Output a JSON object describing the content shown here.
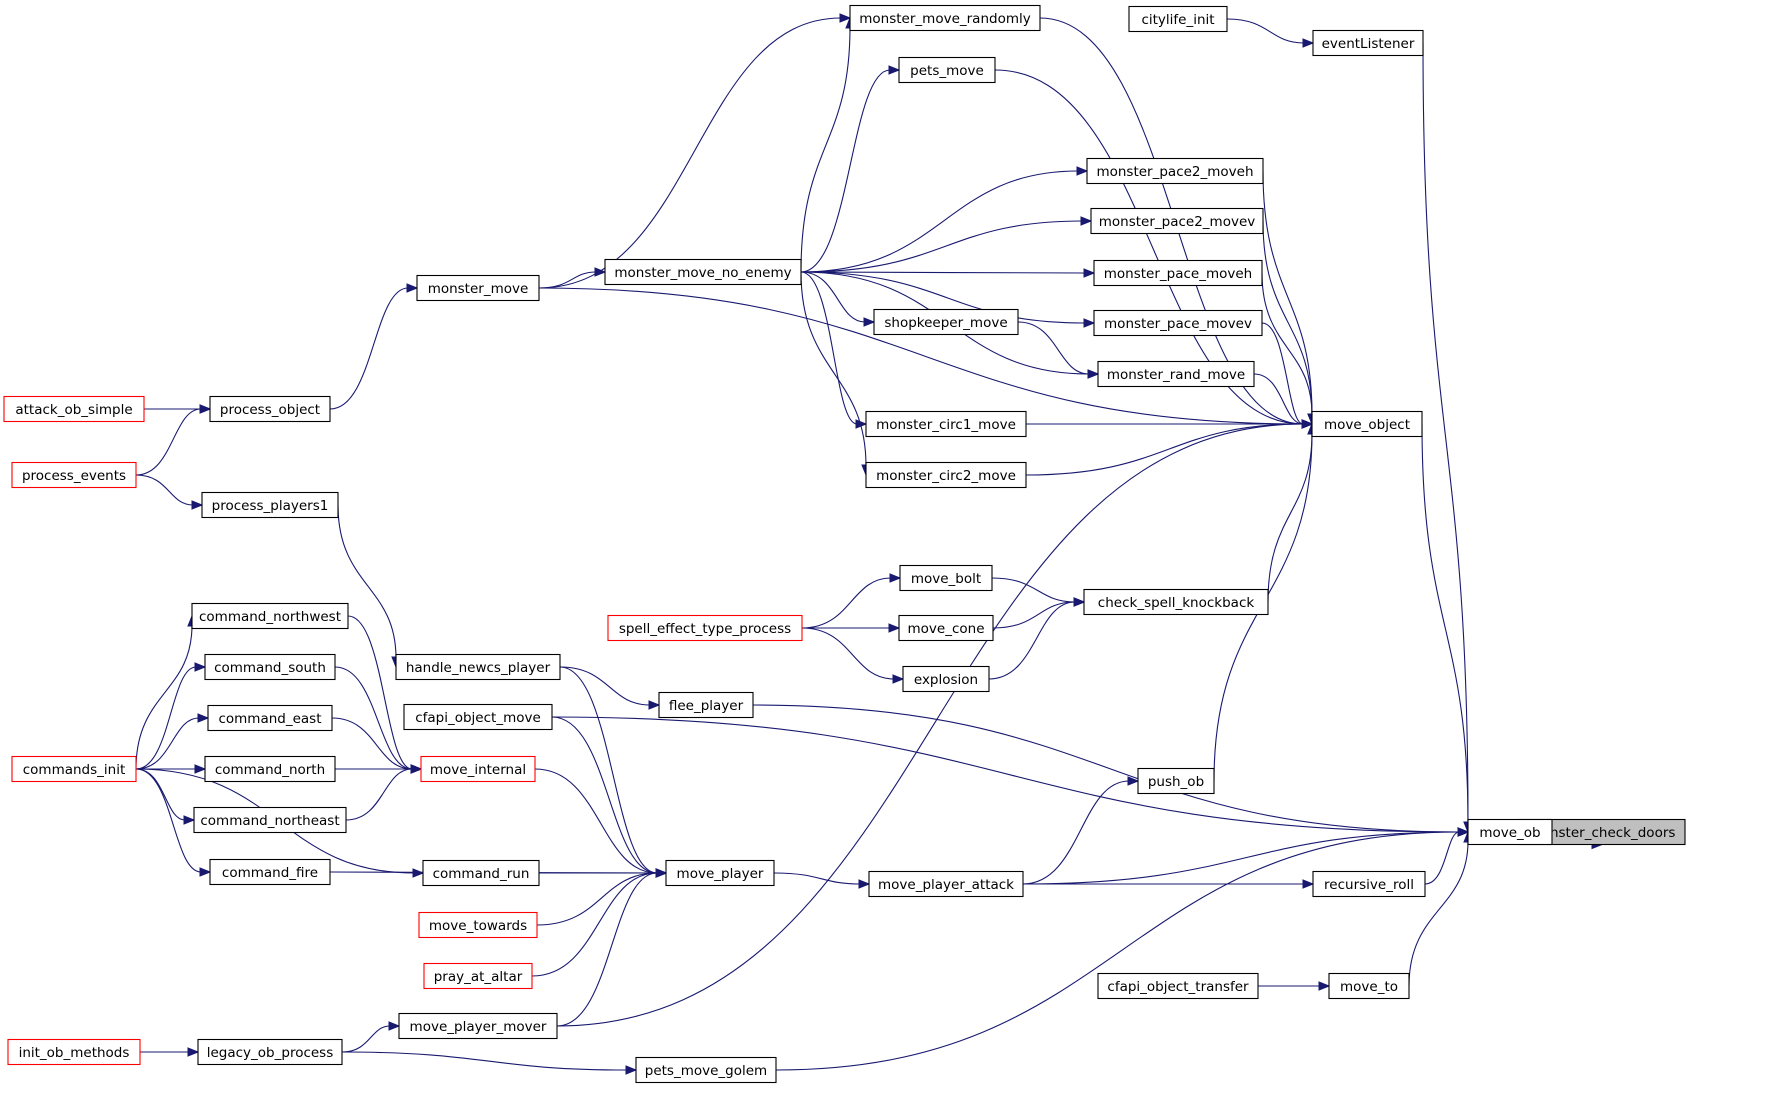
{
  "graph": {
    "title": "",
    "edge_color": "#191970",
    "truncated_border_color": "#ff0000",
    "focus_fill": "#bfbfbf",
    "nodes": [
      {
        "id": "monster_check_doors",
        "label": "monster_check_doors",
        "style": "focus"
      },
      {
        "id": "move_ob",
        "label": "move_ob",
        "style": "normal"
      },
      {
        "id": "eventListener",
        "label": "eventListener",
        "style": "normal"
      },
      {
        "id": "citylife_init",
        "label": "citylife_init",
        "style": "normal"
      },
      {
        "id": "move_object",
        "label": "move_object",
        "style": "normal"
      },
      {
        "id": "monster_move_randomly",
        "label": "monster_move_randomly",
        "style": "normal"
      },
      {
        "id": "pets_move",
        "label": "pets_move",
        "style": "normal"
      },
      {
        "id": "monster_pace2_moveh",
        "label": "monster_pace2_moveh",
        "style": "normal"
      },
      {
        "id": "monster_pace2_movev",
        "label": "monster_pace2_movev",
        "style": "normal"
      },
      {
        "id": "monster_pace_moveh",
        "label": "monster_pace_moveh",
        "style": "normal"
      },
      {
        "id": "monster_pace_movev",
        "label": "monster_pace_movev",
        "style": "normal"
      },
      {
        "id": "monster_rand_move",
        "label": "monster_rand_move",
        "style": "normal"
      },
      {
        "id": "monster_move_no_enemy",
        "label": "monster_move_no_enemy",
        "style": "normal"
      },
      {
        "id": "monster_move",
        "label": "monster_move",
        "style": "normal"
      },
      {
        "id": "shopkeeper_move",
        "label": "shopkeeper_move",
        "style": "normal"
      },
      {
        "id": "monster_circ1_move",
        "label": "monster_circ1_move",
        "style": "normal"
      },
      {
        "id": "monster_circ2_move",
        "label": "monster_circ2_move",
        "style": "normal"
      },
      {
        "id": "process_object",
        "label": "process_object",
        "style": "normal"
      },
      {
        "id": "attack_ob_simple",
        "label": "attack_ob_simple",
        "style": "truncated"
      },
      {
        "id": "process_events",
        "label": "process_events",
        "style": "truncated"
      },
      {
        "id": "process_players1",
        "label": "process_players1",
        "style": "normal"
      },
      {
        "id": "check_spell_knockback",
        "label": "check_spell_knockback",
        "style": "normal"
      },
      {
        "id": "move_bolt",
        "label": "move_bolt",
        "style": "normal"
      },
      {
        "id": "move_cone",
        "label": "move_cone",
        "style": "normal"
      },
      {
        "id": "explosion",
        "label": "explosion",
        "style": "normal"
      },
      {
        "id": "spell_effect_type_process",
        "label": "spell_effect_type_process",
        "style": "truncated"
      },
      {
        "id": "push_ob",
        "label": "push_ob",
        "style": "normal"
      },
      {
        "id": "flee_player",
        "label": "flee_player",
        "style": "normal"
      },
      {
        "id": "handle_newcs_player",
        "label": "handle_newcs_player",
        "style": "normal"
      },
      {
        "id": "cfapi_object_move",
        "label": "cfapi_object_move",
        "style": "normal"
      },
      {
        "id": "move_internal",
        "label": "move_internal",
        "style": "truncated"
      },
      {
        "id": "command_northwest",
        "label": "command_northwest",
        "style": "normal"
      },
      {
        "id": "command_south",
        "label": "command_south",
        "style": "normal"
      },
      {
        "id": "command_east",
        "label": "command_east",
        "style": "normal"
      },
      {
        "id": "command_north",
        "label": "command_north",
        "style": "normal"
      },
      {
        "id": "command_northeast",
        "label": "command_northeast",
        "style": "normal"
      },
      {
        "id": "command_fire",
        "label": "command_fire",
        "style": "normal"
      },
      {
        "id": "commands_init",
        "label": "commands_init",
        "style": "truncated"
      },
      {
        "id": "command_run",
        "label": "command_run",
        "style": "normal"
      },
      {
        "id": "move_towards",
        "label": "move_towards",
        "style": "truncated"
      },
      {
        "id": "pray_at_altar",
        "label": "pray_at_altar",
        "style": "truncated"
      },
      {
        "id": "move_player",
        "label": "move_player",
        "style": "normal"
      },
      {
        "id": "move_player_attack",
        "label": "move_player_attack",
        "style": "normal"
      },
      {
        "id": "recursive_roll",
        "label": "recursive_roll",
        "style": "normal"
      },
      {
        "id": "move_to",
        "label": "move_to",
        "style": "normal"
      },
      {
        "id": "cfapi_object_transfer",
        "label": "cfapi_object_transfer",
        "style": "normal"
      },
      {
        "id": "move_player_mover",
        "label": "move_player_mover",
        "style": "normal"
      },
      {
        "id": "legacy_ob_process",
        "label": "legacy_ob_process",
        "style": "normal"
      },
      {
        "id": "init_ob_methods",
        "label": "init_ob_methods",
        "style": "truncated"
      },
      {
        "id": "pets_move_golem",
        "label": "pets_move_golem",
        "style": "normal"
      }
    ],
    "edges": [
      {
        "from": "move_ob",
        "to": "monster_check_doors"
      },
      {
        "from": "eventListener",
        "to": "move_ob"
      },
      {
        "from": "citylife_init",
        "to": "eventListener"
      },
      {
        "from": "move_object",
        "to": "move_ob"
      },
      {
        "from": "monster_move_randomly",
        "to": "move_object"
      },
      {
        "from": "pets_move",
        "to": "move_object"
      },
      {
        "from": "monster_pace2_moveh",
        "to": "move_object"
      },
      {
        "from": "monster_pace2_movev",
        "to": "move_object"
      },
      {
        "from": "monster_pace_moveh",
        "to": "move_object"
      },
      {
        "from": "monster_pace_movev",
        "to": "move_object"
      },
      {
        "from": "monster_rand_move",
        "to": "move_object"
      },
      {
        "from": "monster_circ1_move",
        "to": "move_object"
      },
      {
        "from": "monster_circ2_move",
        "to": "move_object"
      },
      {
        "from": "monster_move",
        "to": "move_object"
      },
      {
        "from": "check_spell_knockback",
        "to": "move_object"
      },
      {
        "from": "push_ob",
        "to": "move_object"
      },
      {
        "from": "move_player_mover",
        "to": "move_object"
      },
      {
        "from": "monster_move",
        "to": "monster_move_randomly"
      },
      {
        "from": "monster_move_no_enemy",
        "to": "monster_move_randomly"
      },
      {
        "from": "monster_move_no_enemy",
        "to": "pets_move"
      },
      {
        "from": "monster_move_no_enemy",
        "to": "monster_pace2_moveh"
      },
      {
        "from": "monster_move_no_enemy",
        "to": "monster_pace2_movev"
      },
      {
        "from": "monster_move_no_enemy",
        "to": "monster_pace_moveh"
      },
      {
        "from": "monster_move_no_enemy",
        "to": "monster_pace_movev"
      },
      {
        "from": "monster_move_no_enemy",
        "to": "shopkeeper_move"
      },
      {
        "from": "monster_move_no_enemy",
        "to": "monster_rand_move"
      },
      {
        "from": "monster_move_no_enemy",
        "to": "monster_circ1_move"
      },
      {
        "from": "monster_move_no_enemy",
        "to": "monster_circ2_move"
      },
      {
        "from": "shopkeeper_move",
        "to": "monster_rand_move"
      },
      {
        "from": "monster_move",
        "to": "monster_move_no_enemy"
      },
      {
        "from": "process_object",
        "to": "monster_move"
      },
      {
        "from": "attack_ob_simple",
        "to": "process_object"
      },
      {
        "from": "process_events",
        "to": "process_object"
      },
      {
        "from": "process_events",
        "to": "process_players1"
      },
      {
        "from": "process_players1",
        "to": "handle_newcs_player"
      },
      {
        "from": "move_bolt",
        "to": "check_spell_knockback"
      },
      {
        "from": "move_cone",
        "to": "check_spell_knockback"
      },
      {
        "from": "explosion",
        "to": "check_spell_knockback"
      },
      {
        "from": "spell_effect_type_process",
        "to": "move_bolt"
      },
      {
        "from": "spell_effect_type_process",
        "to": "move_cone"
      },
      {
        "from": "spell_effect_type_process",
        "to": "explosion"
      },
      {
        "from": "flee_player",
        "to": "move_ob"
      },
      {
        "from": "handle_newcs_player",
        "to": "flee_player"
      },
      {
        "from": "cfapi_object_move",
        "to": "move_ob"
      },
      {
        "from": "move_player_attack",
        "to": "push_ob"
      },
      {
        "from": "recursive_roll",
        "to": "move_ob"
      },
      {
        "from": "move_player_attack",
        "to": "recursive_roll"
      },
      {
        "from": "move_player_attack",
        "to": "move_ob"
      },
      {
        "from": "move_to",
        "to": "move_ob"
      },
      {
        "from": "cfapi_object_transfer",
        "to": "move_to"
      },
      {
        "from": "pets_move_golem",
        "to": "move_ob"
      },
      {
        "from": "move_player",
        "to": "move_player_attack"
      },
      {
        "from": "handle_newcs_player",
        "to": "move_player"
      },
      {
        "from": "cfapi_object_move",
        "to": "move_player"
      },
      {
        "from": "move_internal",
        "to": "move_player"
      },
      {
        "from": "command_fire",
        "to": "move_player"
      },
      {
        "from": "command_run",
        "to": "move_player"
      },
      {
        "from": "move_towards",
        "to": "move_player"
      },
      {
        "from": "pray_at_altar",
        "to": "move_player"
      },
      {
        "from": "move_player_mover",
        "to": "move_player"
      },
      {
        "from": "command_northwest",
        "to": "move_internal"
      },
      {
        "from": "command_south",
        "to": "move_internal"
      },
      {
        "from": "command_east",
        "to": "move_internal"
      },
      {
        "from": "command_north",
        "to": "move_internal"
      },
      {
        "from": "command_northeast",
        "to": "move_internal"
      },
      {
        "from": "commands_init",
        "to": "command_northwest"
      },
      {
        "from": "commands_init",
        "to": "command_south"
      },
      {
        "from": "commands_init",
        "to": "command_east"
      },
      {
        "from": "commands_init",
        "to": "command_north"
      },
      {
        "from": "commands_init",
        "to": "command_northeast"
      },
      {
        "from": "commands_init",
        "to": "command_fire"
      },
      {
        "from": "commands_init",
        "to": "command_run"
      },
      {
        "from": "legacy_ob_process",
        "to": "move_player_mover"
      },
      {
        "from": "init_ob_methods",
        "to": "legacy_ob_process"
      },
      {
        "from": "legacy_ob_process",
        "to": "pets_move_golem"
      }
    ]
  }
}
